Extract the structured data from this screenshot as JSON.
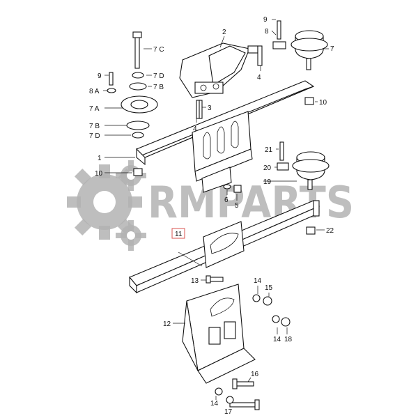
{
  "watermark": {
    "text": "RMPARTS"
  },
  "callouts": {
    "c1": "1",
    "c2": "2",
    "c3": "3",
    "c4a": "4",
    "c4b": "4",
    "c5": "5",
    "c6": "6",
    "c7": "7",
    "c7a": "7 A",
    "c7b_top": "7 B",
    "c7b_low": "7 B",
    "c7c": "7 C",
    "c7d_top": "7 D",
    "c7d_low": "7 D",
    "c8": "8",
    "c8a": "8 A",
    "c9a": "9",
    "c9b": "9",
    "c10a": "10",
    "c10b": "10",
    "c11": "11",
    "c12": "12",
    "c13": "13",
    "c14a": "14",
    "c14b": "14",
    "c14c": "14",
    "c15": "15",
    "c16": "16",
    "c17": "17",
    "c18": "18",
    "c19": "19",
    "c20": "20",
    "c21": "21",
    "c22": "22"
  },
  "colors": {
    "highlight_box": "#d9534f",
    "watermark": "#b3b3b3",
    "line": "#111111"
  }
}
